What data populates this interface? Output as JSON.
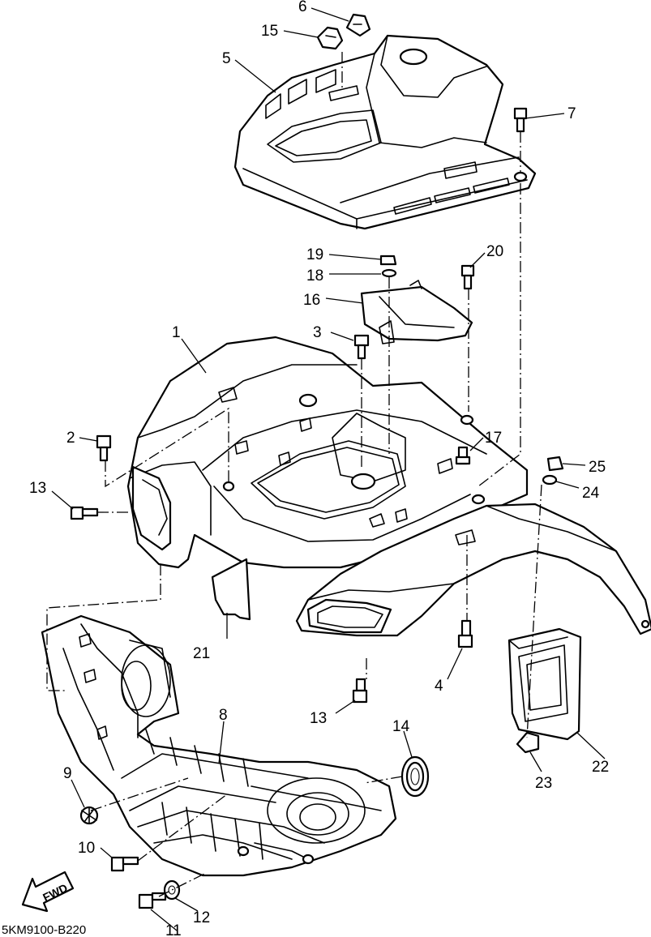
{
  "diagram": {
    "code": "5KM9100-B220",
    "fwd_label": "FWD",
    "callouts": {
      "p1": "1",
      "p2": "2",
      "p3": "3",
      "p4": "4",
      "p5": "5",
      "p6": "6",
      "p7": "7",
      "p8": "8",
      "p9": "9",
      "p10": "10",
      "p11": "11",
      "p12": "12",
      "p13a": "13",
      "p13b": "13",
      "p14": "14",
      "p15": "15",
      "p16": "16",
      "p17": "17",
      "p18": "18",
      "p19": "19",
      "p20": "20",
      "p21": "21",
      "p22": "22",
      "p23": "23",
      "p24": "24",
      "p25": "25"
    }
  }
}
